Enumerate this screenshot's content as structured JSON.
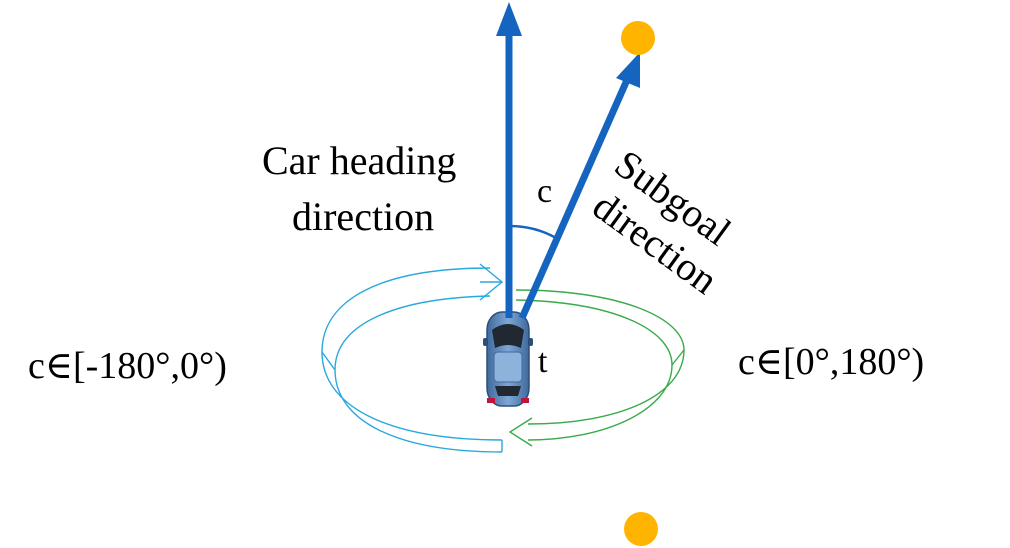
{
  "labels": {
    "car_heading_line1": "Car heading",
    "car_heading_line2": "direction",
    "subgoal_line1": "Subgoal",
    "subgoal_line2": "direction",
    "angle": "c",
    "vehicle": "t",
    "left_range": "c∈[-180°,0°)",
    "right_range": "c∈[0°,180°)"
  },
  "colors": {
    "arrow": "#1565c0",
    "left_rotation": "#29a8e0",
    "right_rotation": "#3aaa4a",
    "subgoal_point": "#ffb400",
    "car_body": "#5b86b8",
    "car_window": "#222831"
  },
  "icons": {
    "vehicle": "car-topview-icon",
    "subgoal": "subgoal-dot-icon"
  }
}
